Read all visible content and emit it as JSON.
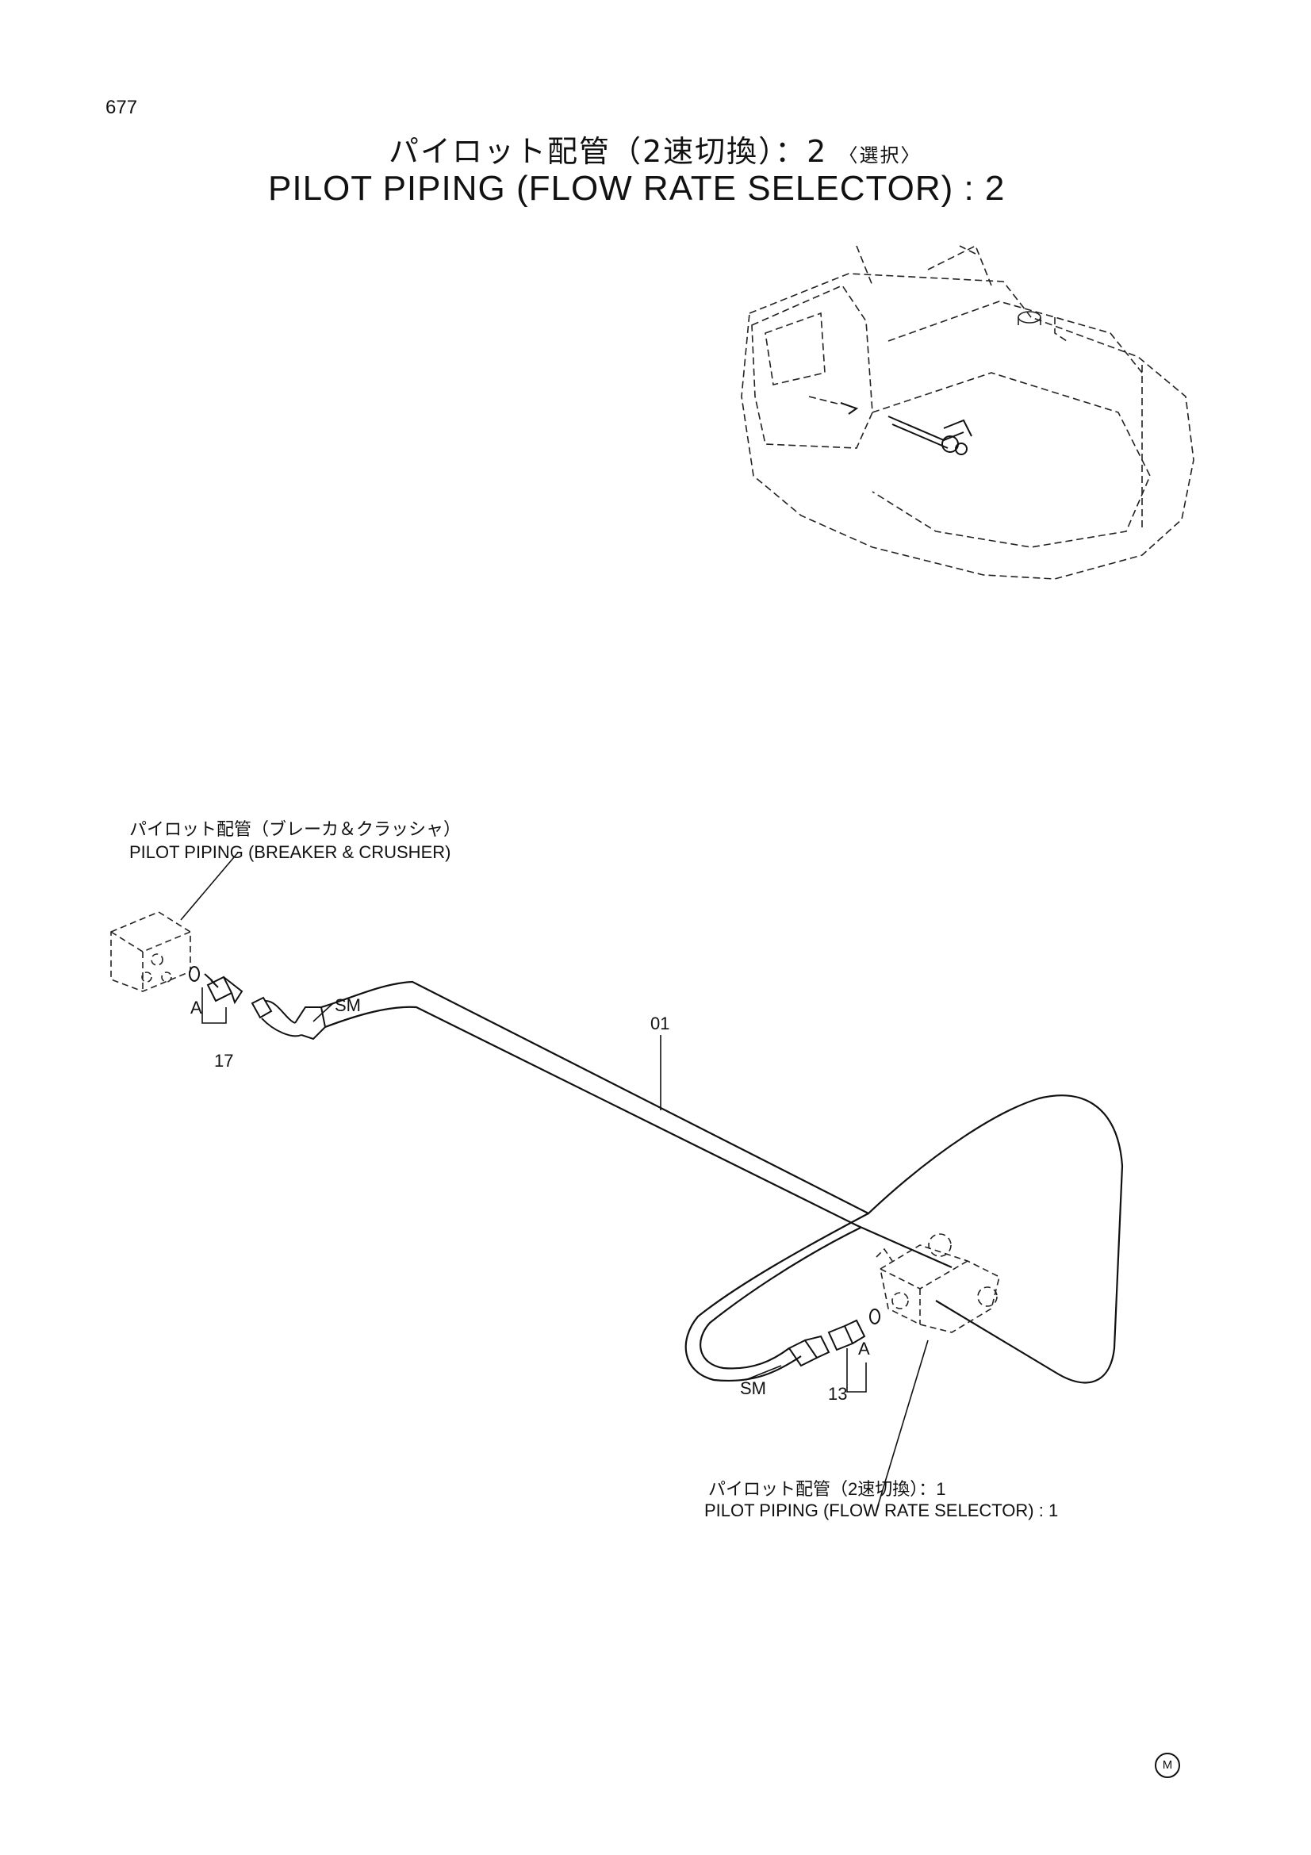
{
  "page_number": "677",
  "title": {
    "jp_main": "パイロット配管（2速切換）：2",
    "jp_note": "〈選択〉",
    "en": "PILOT PIPING (FLOW RATE SELECTOR) : 2"
  },
  "callouts": {
    "upper_jp": "パイロット配管（ブレーカ＆クラッシャ）",
    "upper_en": "PILOT PIPING (BREAKER & CRUSHER)",
    "lower_jp": "パイロット配管（2速切換）：1",
    "lower_en": "PILOT PIPING (FLOW RATE SELECTOR) : 1"
  },
  "parts": {
    "hose": "01",
    "fitting_left": "17",
    "fitting_right": "13",
    "view_left": "A",
    "view_right": "A",
    "sm_left": "SM",
    "sm_right": "SM"
  },
  "mark": "M"
}
